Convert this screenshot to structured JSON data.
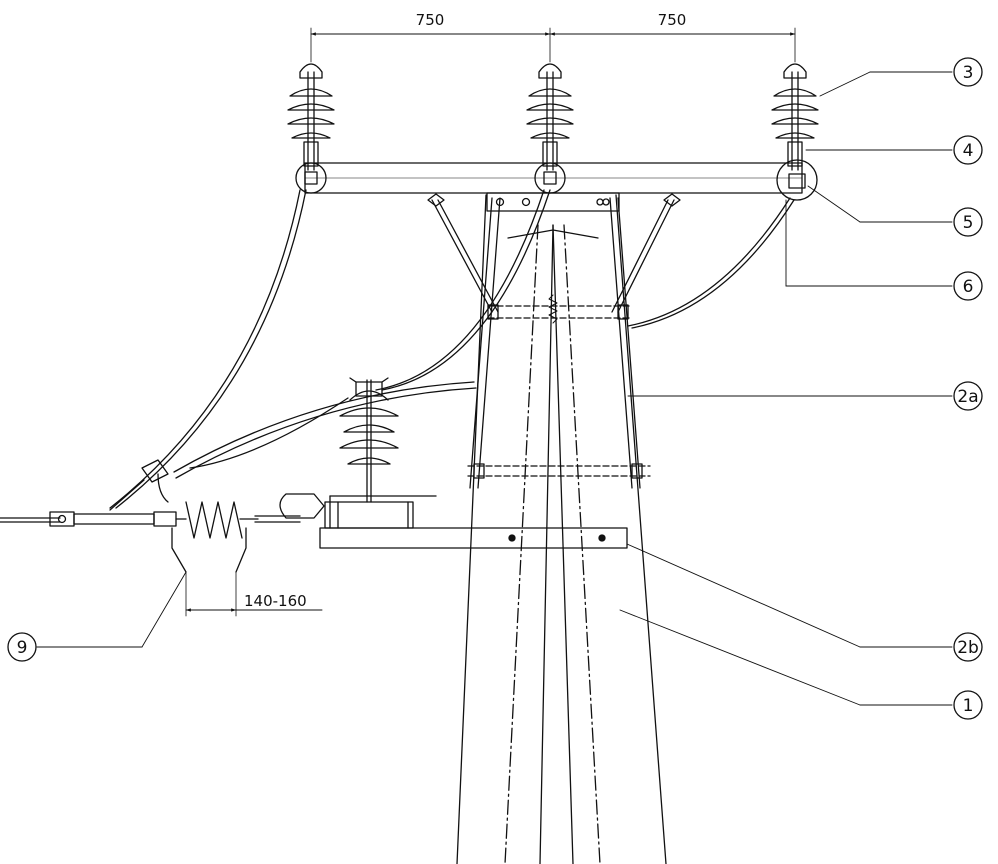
{
  "dimensions": {
    "spacing_left": "750",
    "spacing_right": "750",
    "gap": "140-160"
  },
  "callouts": {
    "c3": "3",
    "c4": "4",
    "c5": "5",
    "c6": "6",
    "c2a": "2a",
    "c9": "9",
    "c2b": "2b",
    "c1": "1"
  },
  "colors": {
    "line": "#111111",
    "background": "#ffffff"
  }
}
